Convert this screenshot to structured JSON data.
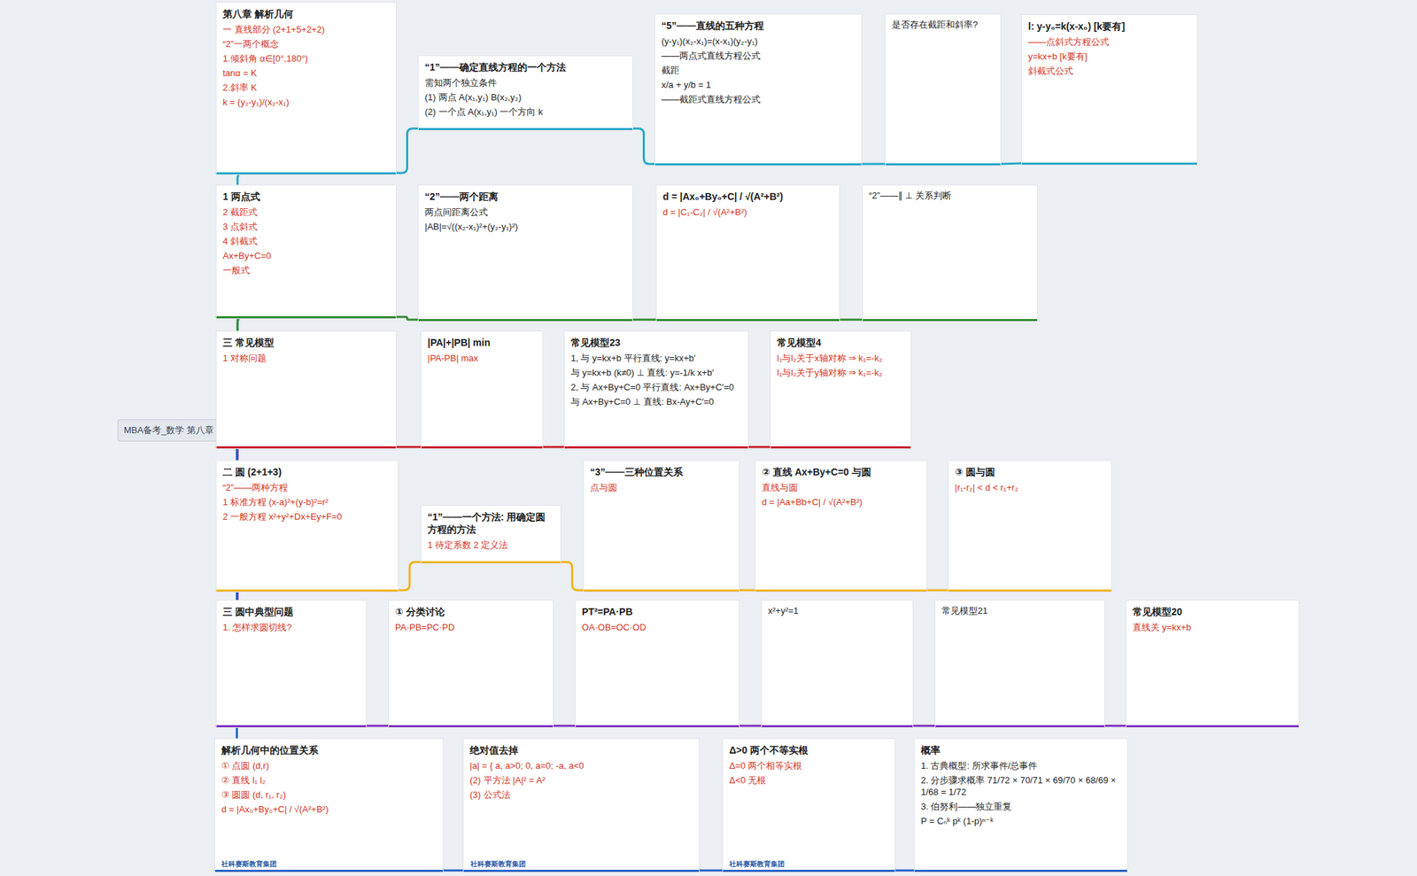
{
  "diagram": {
    "nodes": [
      {
        "text": [
          "MBA备考_数学 第八章 解析几何"
        ]
      },
      {
        "text": [
          "第八章 解析几何",
          "一 直线部分 (2+1+5+2+2)",
          "“2”一两个概念",
          "1.倾斜角 α∈[0°,180°)",
          "tanα = K",
          "2.斜率 K",
          "k = (y₂-y₁)/(x₂-x₁)"
        ]
      },
      {
        "text": [
          "“1”——确定直线方程的一个方法",
          "需知两个独立条件",
          "(1) 两点 A(x₁,y₁) B(x₂,y₂)",
          "(2) 一个点 A(x₁,y₁) 一个方向 k"
        ]
      },
      {
        "text": [
          "“5”——直线的五种方程",
          "(y-y₁)(x₂-x₁)=(x-x₁)(y₂-y₁)",
          "——两点式直线方程公式",
          "截距",
          "x/a + y/b = 1",
          "——截距式直线方程公式"
        ]
      },
      {
        "text": [
          "是否存在截距和斜率?"
        ]
      },
      {
        "text": [
          "l: y-y₀=k(x-x₀) [k要有]",
          "——点斜式方程公式",
          "y=kx+b [k要有]",
          "斜截式公式"
        ]
      },
      {
        "text": [
          "1 两点式",
          "2 截距式",
          "3 点斜式",
          "4 斜截式",
          "Ax+By+C=0",
          "一般式"
        ]
      },
      {
        "text": [
          "“2”——两个距离",
          "两点间距离公式",
          "|AB|=√((x₂-x₁)²+(y₂-y₁)²)"
        ]
      },
      {
        "text": [
          "d = |Ax₀+By₀+C| / √(A²+B²)",
          "d = |C₁-C₂| / √(A²+B²)"
        ]
      },
      {
        "text": [
          "“2”——∥ ⊥ 关系判断"
        ]
      },
      {
        "text": [
          "三 常见模型",
          "1 对称问题"
        ]
      },
      {
        "text": [
          "|PA|+|PB| min",
          "|PA-PB| max"
        ]
      },
      {
        "text": [
          "常见模型23",
          "1, 与 y=kx+b 平行直线: y=kx+b′",
          "与 y=kx+b (k≠0) ⊥ 直线: y=-1/k x+b′",
          "2, 与 Ax+By+C=0 平行直线: Ax+By+C′=0",
          "与 Ax+By+C=0 ⊥ 直线: Bx-Ay+C′=0"
        ]
      },
      {
        "text": [
          "常见模型4",
          "l₁与l₂关于x轴对称 ⇒ k₁=-k₂",
          "l₁与l₂关于y轴对称 ⇒ k₁=-k₂"
        ]
      },
      {
        "text": [
          "二 圆 (2+1+3)",
          "“2”——两种方程",
          "1 标准方程 (x-a)²+(y-b)²=r²",
          "2 一般方程 x²+y²+Dx+Ey+F=0"
        ]
      },
      {
        "text": [
          "“1”——一个方法: 用确定圆方程的方法",
          "1 待定系数 2 定义法"
        ]
      },
      {
        "text": [
          "“3”——三种位置关系",
          "点与圆"
        ]
      },
      {
        "text": [
          "② 直线 Ax+By+C=0 与圆",
          "直线与圆",
          "d = |Aa+Bb+C| / √(A²+B²)"
        ]
      },
      {
        "text": [
          "③ 圆与圆",
          "|r₁-r₂| < d < r₁+r₂"
        ]
      },
      {
        "text": [
          "三 圆中典型问题",
          "1. 怎样求圆切线?"
        ]
      },
      {
        "text": [
          "① 分类讨论",
          "PA·PB=PC·PD"
        ]
      },
      {
        "text": [
          "PT²=PA·PB",
          "OA·OB=OC·OD"
        ]
      },
      {
        "text": [
          "x²+y²=1"
        ]
      },
      {
        "text": [
          "常见模型21"
        ]
      },
      {
        "text": [
          "常见模型20",
          "直线关 y=kx+b"
        ]
      },
      {
        "text": [
          "解析几何中的位置关系",
          "① 点圆 (d,r)",
          "② 直线 l₁ l₂",
          "③ 圆圆 (d, r₁, r₂)",
          "d = |Ax₀+By₀+C| / √(A²+B²)"
        ]
      },
      {
        "text": [
          "绝对值去掉",
          "|a| = { a, a>0; 0, a=0; -a, a<0",
          "(2) 平方法 |A|² = A²",
          "(3) 公式法"
        ]
      },
      {
        "text": [
          "Δ>0 两个不等实根",
          "Δ=0 两个相等实根",
          "Δ<0 无根"
        ]
      },
      {
        "text": [
          "概率",
          "1. 古典概型: 所求事件/总事件",
          "2. 分步骤求概率 71/72 × 70/71 × 69/70 × 68/69 × 1/68 = 1/72",
          "3. 伯努利——独立重复",
          "P = Cₙᵏ pᵏ (1-p)ⁿ⁻ᵏ"
        ]
      }
    ],
    "edges": [
      {
        "from": 0,
        "to": 1,
        "arrow": "none"
      },
      {
        "from": 1,
        "to": 2,
        "arrow": "none"
      },
      {
        "from": 2,
        "to": 3,
        "arrow": "none"
      },
      {
        "from": 3,
        "to": 4,
        "arrow": "none"
      },
      {
        "from": 4,
        "to": 5,
        "arrow": "none"
      },
      {
        "from": 0,
        "to": 6,
        "arrow": "none"
      },
      {
        "from": 6,
        "to": 7,
        "arrow": "none"
      },
      {
        "from": 7,
        "to": 8,
        "arrow": "none"
      },
      {
        "from": 8,
        "to": 9,
        "arrow": "none"
      },
      {
        "from": 0,
        "to": 10,
        "arrow": "none"
      },
      {
        "from": 10,
        "to": 11,
        "arrow": "none"
      },
      {
        "from": 11,
        "to": 12,
        "arrow": "none"
      },
      {
        "from": 12,
        "to": 13,
        "arrow": "none"
      },
      {
        "from": 0,
        "to": 14,
        "arrow": "none"
      },
      {
        "from": 14,
        "to": 15,
        "arrow": "none"
      },
      {
        "from": 15,
        "to": 16,
        "arrow": "none"
      },
      {
        "from": 16,
        "to": 17,
        "arrow": "none"
      },
      {
        "from": 17,
        "to": 18,
        "arrow": "none"
      },
      {
        "from": 0,
        "to": 19,
        "arrow": "none"
      },
      {
        "from": 19,
        "to": 20,
        "arrow": "none"
      },
      {
        "from": 20,
        "to": 21,
        "arrow": "none"
      },
      {
        "from": 21,
        "to": 22,
        "arrow": "none"
      },
      {
        "from": 22,
        "to": 23,
        "arrow": "none"
      },
      {
        "from": 23,
        "to": 24,
        "arrow": "none"
      },
      {
        "from": 0,
        "to": 25,
        "arrow": "none"
      },
      {
        "from": 25,
        "to": 26,
        "arrow": "none"
      },
      {
        "from": 26,
        "to": 27,
        "arrow": "none"
      },
      {
        "from": 27,
        "to": 28,
        "arrow": "none"
      }
    ],
    "labels": [
      "社科赛斯教育集团",
      "社科赛斯教育集团",
      "社科赛斯教育集团"
    ]
  }
}
